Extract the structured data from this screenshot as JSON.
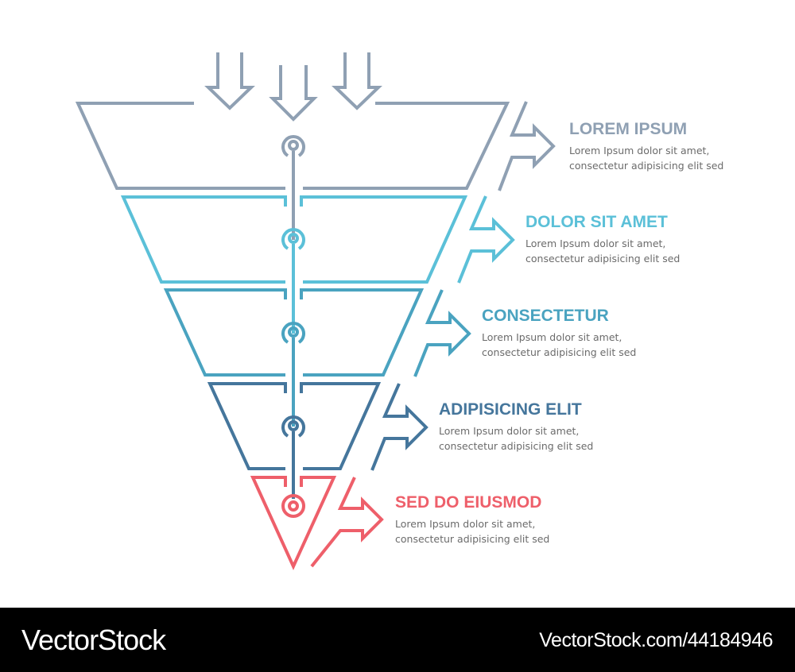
{
  "diagram": {
    "type": "funnel",
    "levels": [
      {
        "title": "LOREM IPSUM",
        "desc_line1": "Lorem Ipsum dolor sit amet,",
        "desc_line2": "consectetur adipisicing elit sed",
        "color": "#8fa0b3"
      },
      {
        "title": "DOLOR SIT AMET",
        "desc_line1": "Lorem Ipsum dolor sit amet,",
        "desc_line2": "consectetur adipisicing elit sed",
        "color": "#5bc0d8"
      },
      {
        "title": "CONSECTETUR",
        "desc_line1": "Lorem Ipsum dolor sit amet,",
        "desc_line2": "consectetur adipisicing elit sed",
        "color": "#4aa3c0"
      },
      {
        "title": "ADIPISICING ELIT",
        "desc_line1": "Lorem Ipsum dolor sit amet,",
        "desc_line2": "consectetur adipisicing elit sed",
        "color": "#45769c"
      },
      {
        "title": "SED DO EIUSMOD",
        "desc_line1": "Lorem Ipsum dolor sit amet,",
        "desc_line2": "consectetur adipisicing elit sed",
        "color": "#ee5f6a"
      }
    ],
    "input_arrows": 3
  },
  "footer": {
    "brand": "VectorStock",
    "url": "VectorStock.com/44184946"
  }
}
